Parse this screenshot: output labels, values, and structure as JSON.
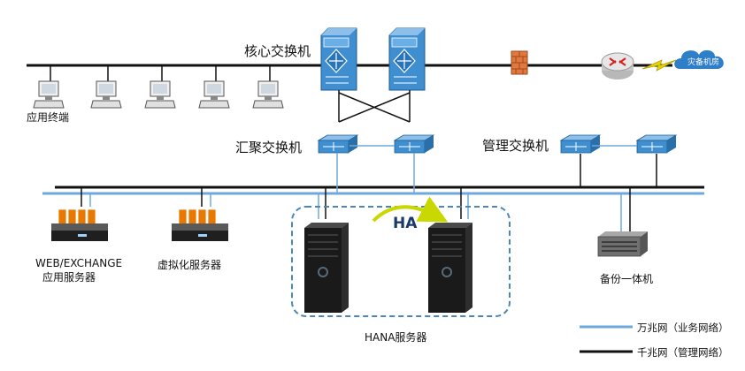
{
  "labels": {
    "core_switch": "核心交换机",
    "aggregation_switch": "汇聚交换机",
    "management_switch": "管理交换机",
    "app_terminals": "应用终端",
    "web_exchange_line1": "WEB/EXCHANGE",
    "web_exchange_line2": "应用服务器",
    "virtualization_server": "虚拟化服务器",
    "ha": "HA",
    "hana_servers": "HANA服务器",
    "backup_appliance": "备份一体机",
    "disaster_recovery": "灾备机房"
  },
  "legend": {
    "items": [
      {
        "label": "万兆网（业务网络）",
        "color": "#6fa8dc"
      },
      {
        "label": "千兆网（管理网络）",
        "color": "#111111"
      }
    ]
  },
  "colors": {
    "switch_fill": "#3f8fd0",
    "gigabit": "#111111",
    "ten_gigabit": "#6fa8dc",
    "cluster_border": "#4a86b8",
    "ha_arrow": "#c8d800",
    "firewall": "#e07840",
    "router": "#d0d0d0",
    "cloud": "#2f7fc8",
    "lightning": "#e8d400",
    "server_dark": "#1a1a1a",
    "rack_orange": "#e87800"
  }
}
